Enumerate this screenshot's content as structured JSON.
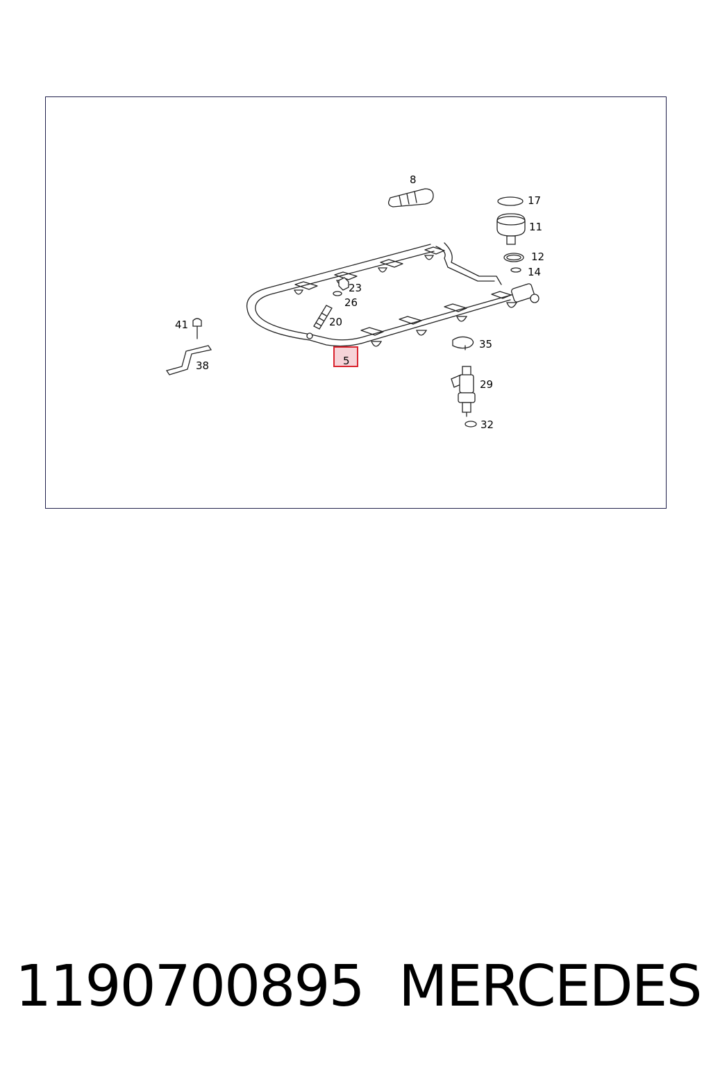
{
  "diagram": {
    "callouts": {
      "c8": "8",
      "c17": "17",
      "c11": "11",
      "c12": "12",
      "c14": "14",
      "c23": "23",
      "c26": "26",
      "c20": "20",
      "c41": "41",
      "c38": "38",
      "c5": "5",
      "c35": "35",
      "c29": "29",
      "c32": "32"
    },
    "highlight_color": "#d9232e",
    "highlight_fill": "#f6d3d8"
  },
  "caption": {
    "part_number": "1190700895",
    "brand": "MERCEDES"
  }
}
